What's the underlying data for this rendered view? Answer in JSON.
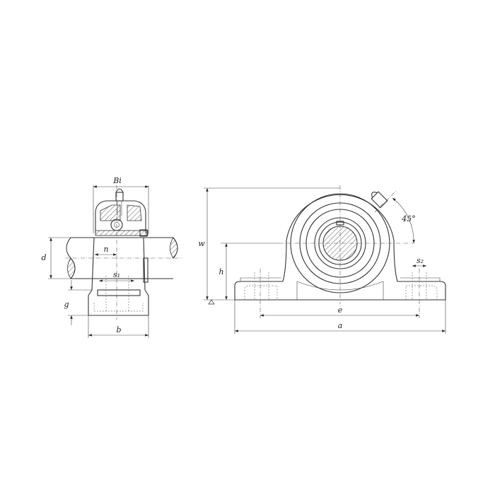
{
  "drawing": {
    "title": "Pillow block bearing unit dimensions",
    "side_view": {
      "labels": {
        "Bi": "Bi",
        "d": "d",
        "n": "n",
        "s1": "s₁",
        "g": "g",
        "b": "b"
      }
    },
    "front_view": {
      "labels": {
        "w": "w",
        "h": "h",
        "angle": "45°",
        "s2": "s₂",
        "e": "e",
        "a": "a"
      }
    }
  }
}
